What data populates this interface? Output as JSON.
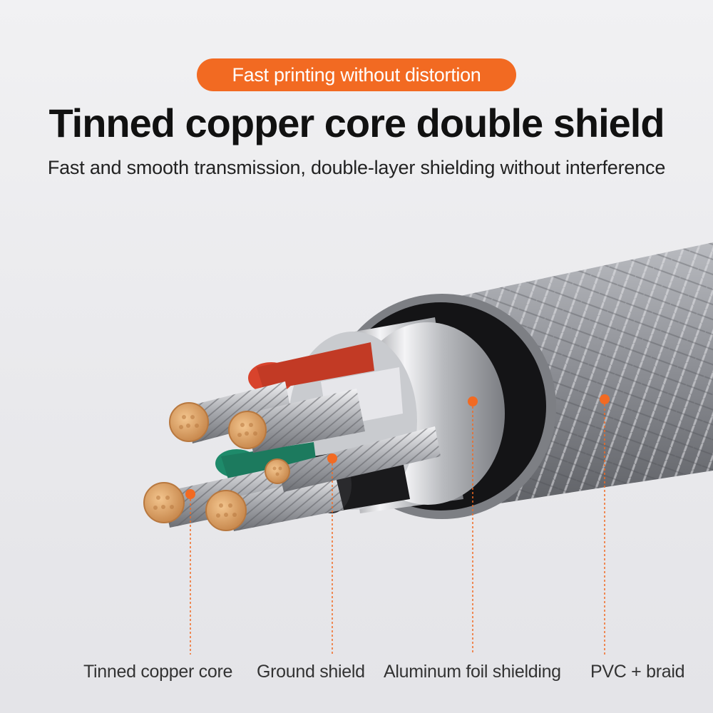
{
  "badge": {
    "text": "Fast printing without distortion"
  },
  "heading": {
    "title": "Tinned copper core double shield",
    "subtitle": "Fast and smooth transmission, double-layer shielding without interference"
  },
  "callouts": [
    {
      "label": "Tinned copper core"
    },
    {
      "label": "Ground shield"
    },
    {
      "label": "Aluminum foil shielding"
    },
    {
      "label": "PVC + braid"
    }
  ],
  "colors": {
    "accent": "#f26a22",
    "copper": "#d9a066",
    "braid": "#8d8f94",
    "red_insulation": "#d8432c",
    "green_insulation": "#1e8a6a"
  }
}
